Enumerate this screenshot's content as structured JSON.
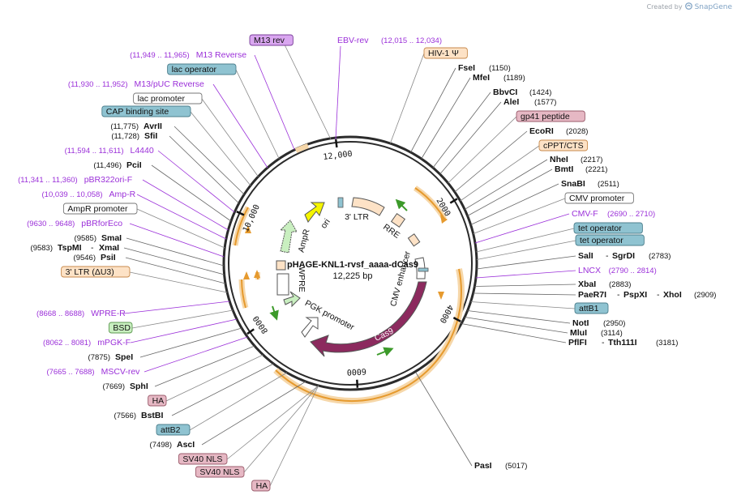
{
  "credit": {
    "prefix": "Created by",
    "brand": "SnapGene"
  },
  "plasmid": {
    "name": "pHAGE-KNL1-rvsf_aaaa-dCas9",
    "size": "12,225 bp"
  },
  "backbone_ticks": [
    {
      "label": "2000",
      "pos": 2000
    },
    {
      "label": "4000",
      "pos": 4000
    },
    {
      "label": "6000",
      "pos": 6000
    },
    {
      "label": "8000",
      "pos": 8000
    },
    {
      "label": "10,000",
      "pos": 10000
    },
    {
      "label": "12,000",
      "pos": 12000
    }
  ],
  "inner_labels": [
    {
      "text": "ori"
    },
    {
      "text": "AmpR"
    },
    {
      "text": "3' LTR"
    },
    {
      "text": "RRE"
    },
    {
      "text": "CMV enhancer"
    },
    {
      "text": "Cas9"
    },
    {
      "text": "PGK promoter"
    },
    {
      "text": "WPRE"
    }
  ],
  "right_labels": [
    {
      "kind": "feature",
      "text": "HIV-1 Ψ",
      "range": "",
      "fill": "#fde2c6",
      "stroke": "#c88a4c"
    },
    {
      "kind": "enzyme",
      "name": "FseI",
      "name2": "",
      "name3": "",
      "pos": "(1150)"
    },
    {
      "kind": "enzyme",
      "name": "MfeI",
      "name2": "",
      "name3": "",
      "pos": "(1189)"
    },
    {
      "kind": "enzyme",
      "name": "BbvCI",
      "name2": "",
      "name3": "",
      "pos": "(1424)"
    },
    {
      "kind": "enzyme",
      "name": "AleI",
      "name2": "",
      "name3": "",
      "pos": "(1577)"
    },
    {
      "kind": "feature",
      "text": "gp41 peptide",
      "range": "",
      "fill": "#e6b8c4",
      "stroke": "#9b5c6c"
    },
    {
      "kind": "enzyme",
      "name": "EcoRI",
      "name2": "",
      "name3": "",
      "pos": "(2028)"
    },
    {
      "kind": "feature",
      "text": "cPPT/CTS",
      "range": "",
      "fill": "#fde2c6",
      "stroke": "#c88a4c"
    },
    {
      "kind": "enzyme",
      "name": "NheI",
      "name2": "",
      "name3": "",
      "pos": "(2217)"
    },
    {
      "kind": "enzyme",
      "name": "BmtI",
      "name2": "",
      "name3": "",
      "pos": "(2221)"
    },
    {
      "kind": "enzyme",
      "name": "SnaBI",
      "name2": "",
      "name3": "",
      "pos": "(2511)"
    },
    {
      "kind": "feature",
      "text": "CMV promoter",
      "range": "",
      "fill": "#ffffff",
      "stroke": "#777777"
    },
    {
      "kind": "primer",
      "text": "CMV-F",
      "range": "(2690 .. 2710)"
    },
    {
      "kind": "feature",
      "text": "tet operator",
      "range": "",
      "fill": "#8fc3d1",
      "stroke": "#4c7f8d"
    },
    {
      "kind": "feature",
      "text": "tet operator",
      "range": "",
      "fill": "#8fc3d1",
      "stroke": "#4c7f8d"
    },
    {
      "kind": "enzyme",
      "name": "SalI",
      "name2": "SgrDI",
      "name3": "",
      "pos": "(2783)"
    },
    {
      "kind": "primer",
      "text": "LNCX",
      "range": "(2790 .. 2814)"
    },
    {
      "kind": "enzyme",
      "name": "XbaI",
      "name2": "",
      "name3": "",
      "pos": "(2883)"
    },
    {
      "kind": "enzyme",
      "name": "PaeR7I",
      "name2": "PspXI",
      "name3": "XhoI",
      "pos": "(2909)"
    },
    {
      "kind": "feature",
      "text": "attB1",
      "range": "",
      "fill": "#8fc3d1",
      "stroke": "#4c7f8d"
    },
    {
      "kind": "enzyme",
      "name": "NotI",
      "name2": "",
      "name3": "",
      "pos": "(2950)"
    },
    {
      "kind": "enzyme",
      "name": "MluI",
      "name2": "",
      "name3": "",
      "pos": "(3114)"
    },
    {
      "kind": "enzyme",
      "name": "PflFI",
      "name2": "Tth111I",
      "name3": "",
      "pos": "(3181)"
    },
    {
      "kind": "enzyme",
      "name": "PasI",
      "name2": "",
      "name3": "",
      "pos": "(5017)"
    }
  ],
  "top_labels": [
    {
      "kind": "feature",
      "text": "M13 rev",
      "fill": "#d9a6f0",
      "stroke": "#7a3f9a"
    },
    {
      "kind": "primer",
      "text": "EBV-rev",
      "range": "(12,015 .. 12,034)"
    }
  ],
  "left_labels": [
    {
      "kind": "primer",
      "text": "M13 Reverse",
      "range": "(11,949 .. 11,965)"
    },
    {
      "kind": "feature",
      "text": "lac operator",
      "fill": "#8fc3d1",
      "stroke": "#4c7f8d"
    },
    {
      "kind": "primer",
      "text": "M13/pUC Reverse",
      "range": "(11,930 .. 11,952)"
    },
    {
      "kind": "feature",
      "text": "lac promoter",
      "fill": "#ffffff",
      "stroke": "#777777"
    },
    {
      "kind": "feature",
      "text": "CAP binding site",
      "fill": "#8fc3d1",
      "stroke": "#4c7f8d"
    },
    {
      "kind": "enzyme",
      "name": "AvrII",
      "name2": "",
      "pos": "(11,775)"
    },
    {
      "kind": "enzyme",
      "name": "SfiI",
      "name2": "",
      "pos": "(11,728)"
    },
    {
      "kind": "primer",
      "text": "L4440",
      "range": "(11,594 .. 11,611)"
    },
    {
      "kind": "enzyme",
      "name": "PciI",
      "name2": "",
      "pos": "(11,496)"
    },
    {
      "kind": "primer",
      "text": "pBR322ori-F",
      "range": "(11,341 .. 11,360)"
    },
    {
      "kind": "primer",
      "text": "Amp-R",
      "range": "(10,039 .. 10,058)"
    },
    {
      "kind": "feature",
      "text": "AmpR promoter",
      "fill": "#ffffff",
      "stroke": "#777777"
    },
    {
      "kind": "primer",
      "text": "pBRforEco",
      "range": "(9630 .. 9648)"
    },
    {
      "kind": "enzyme",
      "name": "SmaI",
      "name2": "",
      "pos": "(9585)"
    },
    {
      "kind": "enzyme",
      "name": "TspMI",
      "name2": "XmaI",
      "pos": "(9583)"
    },
    {
      "kind": "enzyme",
      "name": "PsiI",
      "name2": "",
      "pos": "(9546)"
    },
    {
      "kind": "feature",
      "text": "3' LTR (ΔU3)",
      "fill": "#fde2c6",
      "stroke": "#c88a4c"
    },
    {
      "kind": "primer",
      "text": "WPRE-R",
      "range": "(8668 .. 8688)"
    },
    {
      "kind": "feature",
      "text": "BSD",
      "fill": "#c9efc0",
      "stroke": "#5e9a52"
    },
    {
      "kind": "primer",
      "text": "mPGK-F",
      "range": "(8062 .. 8081)"
    },
    {
      "kind": "enzyme",
      "name": "SpeI",
      "name2": "",
      "pos": "(7875)"
    },
    {
      "kind": "primer",
      "text": "MSCV-rev",
      "range": "(7665 .. 7688)"
    },
    {
      "kind": "enzyme",
      "name": "SphI",
      "name2": "",
      "pos": "(7669)"
    },
    {
      "kind": "feature",
      "text": "HA",
      "fill": "#e6b8c4",
      "stroke": "#9b5c6c"
    },
    {
      "kind": "enzyme",
      "name": "BstBI",
      "name2": "",
      "pos": "(7566)"
    },
    {
      "kind": "feature",
      "text": "attB2",
      "fill": "#8fc3d1",
      "stroke": "#4c7f8d"
    },
    {
      "kind": "enzyme",
      "name": "AscI",
      "name2": "",
      "pos": "(7498)"
    },
    {
      "kind": "feature",
      "text": "SV40 NLS",
      "fill": "#e6b8c4",
      "stroke": "#9b5c6c"
    },
    {
      "kind": "feature",
      "text": "SV40 NLS",
      "fill": "#e6b8c4",
      "stroke": "#9b5c6c"
    },
    {
      "kind": "feature",
      "text": "HA",
      "fill": "#e6b8c4",
      "stroke": "#9b5c6c"
    }
  ],
  "colors": {
    "primer": "#9b30d9",
    "backbone": "#2b2b2b",
    "cas9": "#8c2a5e",
    "orf_orange": "#f0b24a",
    "ltr": "#fde2c6",
    "ori_yellow": "#f5f500",
    "ampR_green": "#c9efc0"
  }
}
